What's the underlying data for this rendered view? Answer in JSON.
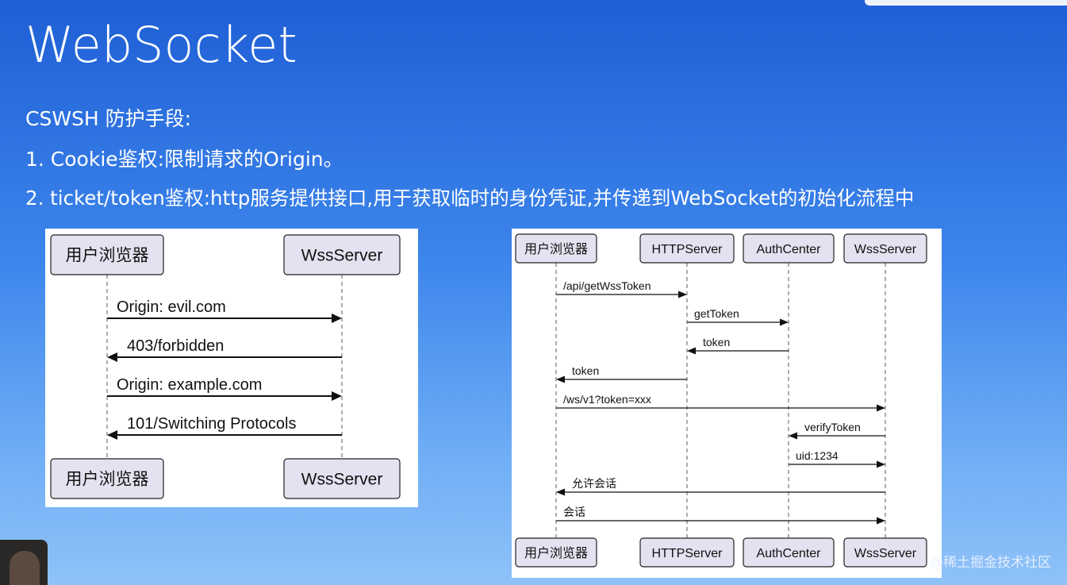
{
  "slide": {
    "title": "WebSocket",
    "heading": "CSWSH 防护手段:",
    "item1": "1. Cookie鉴权:限制请求的Origin。",
    "item2": "2. ticket/token鉴权:http服务提供接口,用于获取临时的身份凭证,并传递到WebSocket的初始化流程中"
  },
  "diagram_left": {
    "participants": [
      "用户浏览器",
      "WssServer"
    ],
    "messages": [
      {
        "label": "Origin: evil.com",
        "from": 0,
        "to": 1
      },
      {
        "label": "403/forbidden",
        "from": 1,
        "to": 0
      },
      {
        "label": "Origin: example.com",
        "from": 0,
        "to": 1
      },
      {
        "label": "101/Switching Protocols",
        "from": 1,
        "to": 0
      }
    ]
  },
  "diagram_right": {
    "participants": [
      "用户浏览器",
      "HTTPServer",
      "AuthCenter",
      "WssServer"
    ],
    "messages": [
      {
        "label": "/api/getWssToken",
        "from": 0,
        "to": 1
      },
      {
        "label": "getToken",
        "from": 1,
        "to": 2
      },
      {
        "label": "token",
        "from": 2,
        "to": 1
      },
      {
        "label": "token",
        "from": 1,
        "to": 0
      },
      {
        "label": "/ws/v1?token=xxx",
        "from": 0,
        "to": 3
      },
      {
        "label": "verifyToken",
        "from": 3,
        "to": 2
      },
      {
        "label": "uid:1234",
        "from": 2,
        "to": 3
      },
      {
        "label": "允许会话",
        "from": 3,
        "to": 0
      },
      {
        "label": "会话",
        "from": 0,
        "to": 3
      }
    ]
  },
  "watermark": "@稀土掘金技术社区",
  "colors": {
    "background_top": "#1f5fd6",
    "background_bottom": "#8fc2f8",
    "participant_fill": "#e2e2f0",
    "participant_stroke": "#222222"
  }
}
